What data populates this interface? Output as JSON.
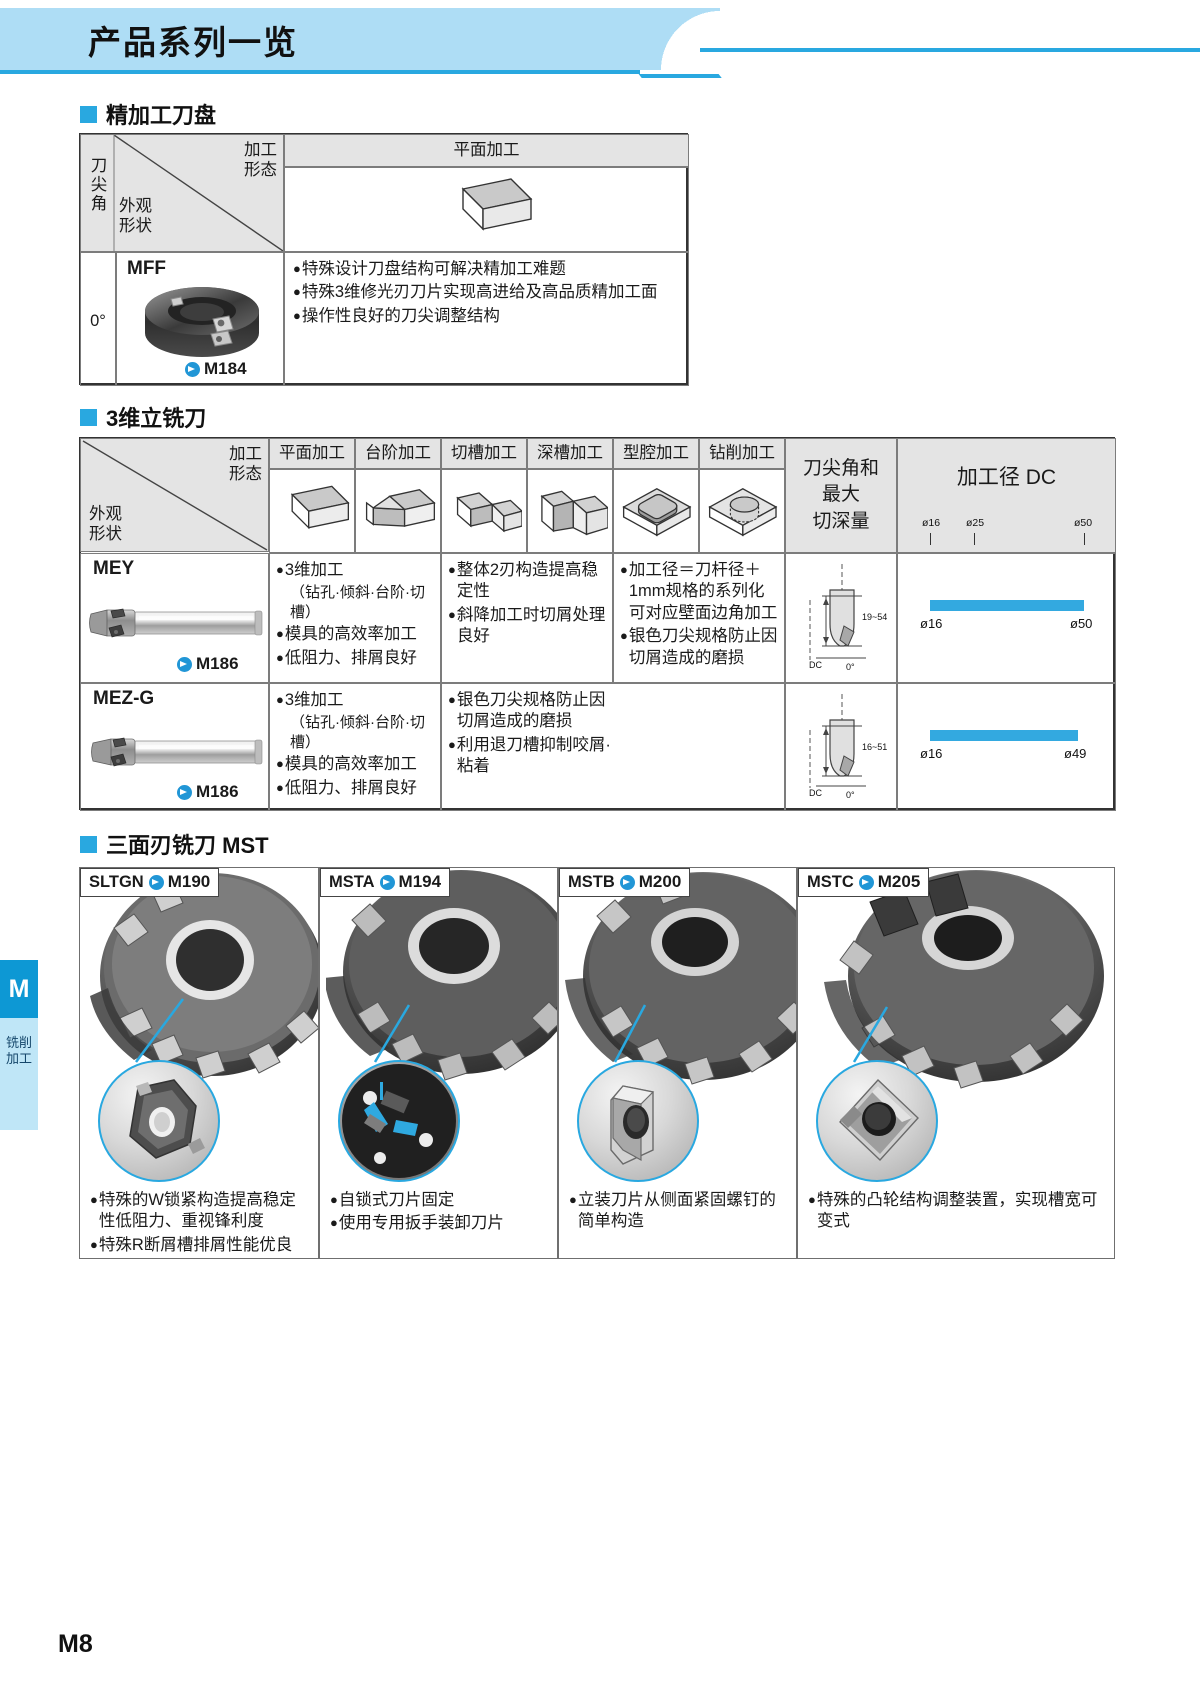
{
  "page": {
    "title": "产品系列一览",
    "folio": "M8",
    "side_tab": {
      "letter": "M",
      "label": "铣削加工"
    },
    "accent": "#29a8e0",
    "header_bg": "#aeddf5"
  },
  "section1": {
    "title": "精加工刀盘",
    "corner": {
      "top_right": "加工\n形态",
      "bottom_left": "外观\n形状"
    },
    "row_axis_label": "刀尖角",
    "columns": [
      {
        "label": "平面加工",
        "icon": "block-flat-icon"
      }
    ],
    "rows": [
      {
        "angle": "0°",
        "code": "MFF",
        "page_ref": "M184",
        "photo": "face-mill-photo",
        "bullets": [
          "特殊设计刀盘结构可解决精加工难题",
          "特殊3维修光刃刀片实现高进给及高品质精加工面",
          "操作性良好的刀尖调整结构"
        ]
      }
    ]
  },
  "section2": {
    "title": "3维立铣刀",
    "corner": {
      "top_right": "加工\n形态",
      "bottom_left": "外观\n形状"
    },
    "process_columns": [
      {
        "label": "平面加工",
        "icon": "block-flat-icon"
      },
      {
        "label": "台阶加工",
        "icon": "block-step-icon"
      },
      {
        "label": "切槽加工",
        "icon": "block-slot-icon"
      },
      {
        "label": "深槽加工",
        "icon": "block-deepslot-icon"
      },
      {
        "label": "型腔加工",
        "icon": "block-pocket-icon"
      },
      {
        "label": "钻削加工",
        "icon": "block-drill-icon"
      }
    ],
    "angle_column_header": "刀尖角和\n最大\n切深量",
    "dc_column_header": "加工径 DC",
    "dc_scale": [
      {
        "label": "ø16",
        "pos": 0
      },
      {
        "label": "ø25",
        "pos": 24
      },
      {
        "label": "ø50",
        "pos": 100
      }
    ],
    "rows": [
      {
        "code": "MEY",
        "page_ref": "M186",
        "photo": "endmill-mey-photo",
        "col1": [
          "3维加工",
          "（钻孔·倾斜·台阶·切槽）",
          "模具的高效率加工",
          "低阻力、排屑良好"
        ],
        "col1_bullet_flags": [
          true,
          false,
          true,
          true
        ],
        "col2": [
          "整体2刃构造提高稳定性",
          "斜降加工时切屑处理良好"
        ],
        "col3": [
          "加工径＝刀杆径＋1mm规格的系列化可对应壁面边角加工",
          "银色刀尖规格防止因切屑造成的磨损"
        ],
        "angle_diagram": {
          "depth_label": "19~54",
          "dc_label": "DC",
          "angle_label": "0°"
        },
        "dc_range": {
          "min": "ø16",
          "max": "ø50",
          "bar_start_pct": 0,
          "bar_end_pct": 100
        }
      },
      {
        "code": "MEZ-G",
        "page_ref": "M186",
        "photo": "endmill-mezg-photo",
        "col1": [
          "3维加工",
          "（钻孔·倾斜·台阶·切槽）",
          "模具的高效率加工",
          "低阻力、排屑良好"
        ],
        "col1_bullet_flags": [
          true,
          false,
          true,
          true
        ],
        "col2": [
          "银色刀尖规格防止因切屑造成的磨损",
          "利用退刀槽抑制咬屑·粘着"
        ],
        "col3": [],
        "angle_diagram": {
          "depth_label": "16~51",
          "dc_label": "DC",
          "angle_label": "0°"
        },
        "dc_range": {
          "min": "ø16",
          "max": "ø49",
          "bar_start_pct": 0,
          "bar_end_pct": 96
        }
      }
    ]
  },
  "section3": {
    "title": "三面刃铣刀 MST",
    "panels": [
      {
        "code": "SLTGN",
        "page_ref": "M190",
        "photo": "slotting-cutter-sltgn-photo",
        "inset": "insert-sltgn-photo",
        "bullets": [
          "特殊的W锁紧构造提高稳定性低阻力、重视锋利度",
          "特殊R断屑槽排屑性能优良"
        ]
      },
      {
        "code": "MSTA",
        "page_ref": "M194",
        "photo": "slotting-cutter-msta-photo",
        "inset": "insert-msta-photo",
        "bullets": [
          "自锁式刀片固定",
          "使用专用扳手装卸刀片"
        ]
      },
      {
        "code": "MSTB",
        "page_ref": "M200",
        "photo": "slotting-cutter-mstb-photo",
        "inset": "insert-mstb-photo",
        "bullets": [
          "立装刀片从侧面紧固螺钉的简单构造"
        ]
      },
      {
        "code": "MSTC",
        "page_ref": "M205",
        "photo": "slotting-cutter-mstc-photo",
        "inset": "insert-mstc-photo",
        "bullets": [
          "特殊的凸轮结构调整装置，实现槽宽可变式"
        ]
      }
    ]
  }
}
